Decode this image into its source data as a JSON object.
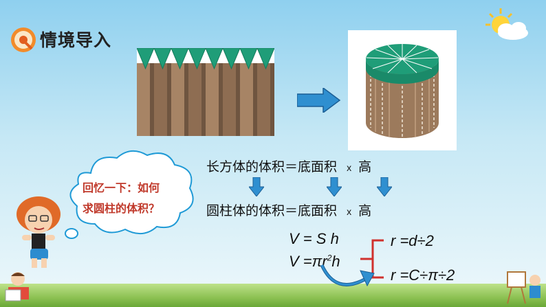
{
  "title": "情境导入",
  "q_icon": "Q",
  "icons": [
    "sun-cloud-icon",
    "q-badge-icon",
    "right-arrow-icon",
    "down-arrow-icon",
    "curved-arrow-icon"
  ],
  "colors": {
    "teal": "#1f9d78",
    "wood": "#9c7a5c",
    "arrow_blue": "#2f8fd0",
    "bracket_red": "#d0312d"
  },
  "thought_bubble": {
    "line1": "回忆一下：如何",
    "line2": "求圆柱的体积？"
  },
  "cuboid_formula": {
    "label": "长方体的体积＝底面积",
    "times": "x",
    "height": "高"
  },
  "cylinder_formula": {
    "label": "圆柱体的体积＝底面积",
    "times": "x",
    "height": "高"
  },
  "formula_vsh": {
    "v": "V",
    "eq": " = ",
    "s": "S",
    "h": "h"
  },
  "formula_pi": {
    "lead": "V =πr",
    "sup": "2",
    "tail": "h"
  },
  "radius_rules": {
    "r_from_d": "r =d÷2",
    "r_from_c": "r =C÷π÷2"
  }
}
